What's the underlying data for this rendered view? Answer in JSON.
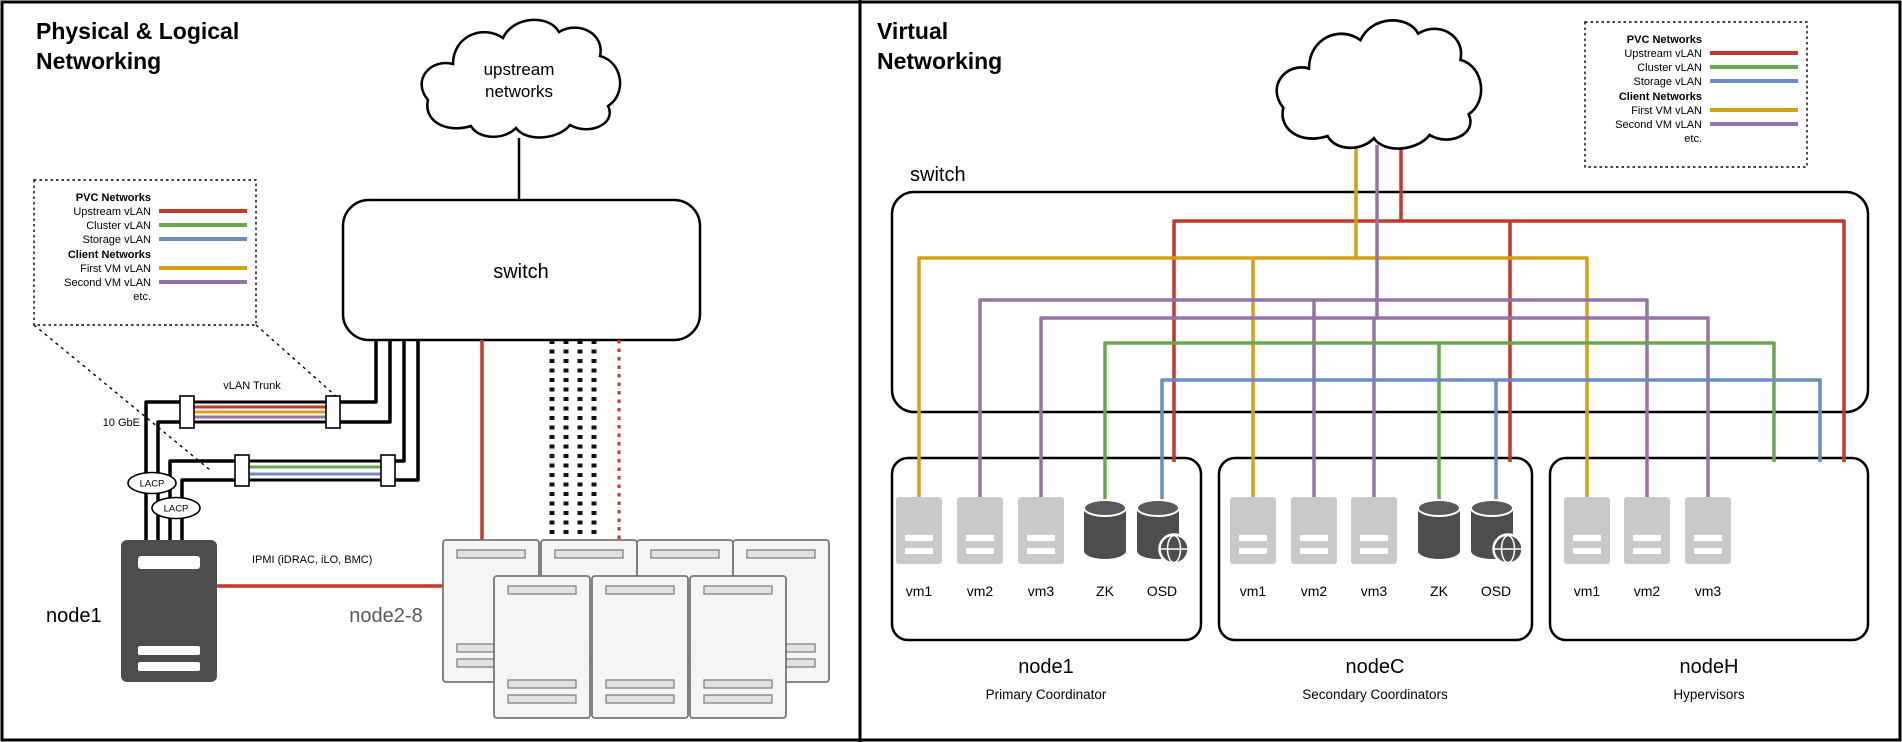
{
  "colors": {
    "upstream_red": "#c0392b",
    "cluster_green": "#6aa84f",
    "storage_blue": "#6c8ebf",
    "first_vm_gold": "#d4a017",
    "second_vm_purple": "#9673a6",
    "server_dark": "#4d4d4d",
    "vm_gray": "#c9c9c9"
  },
  "legend": {
    "pvc_header": "PVC Networks",
    "upstream": "Upstream vLAN",
    "cluster": "Cluster vLAN",
    "storage": "Storage vLAN",
    "client_header": "Client Networks",
    "first_vm": "First VM vLAN",
    "second_vm": "Second VM vLAN",
    "etc": "etc."
  },
  "left": {
    "title1": "Physical & Logical",
    "title2": "Networking",
    "cloud1": "upstream",
    "cloud2": "networks",
    "switch": "switch",
    "vlan_trunk": "vLAN Trunk",
    "speed": "10 GbE",
    "lacp": "LACP",
    "ipmi": "IPMI (iDRAC, iLO, BMC)",
    "node1": "node1",
    "node28": "node2-8"
  },
  "right": {
    "title1": "Virtual",
    "title2": "Networking",
    "switch": "switch",
    "nodes": [
      {
        "name": "node1",
        "subtitle": "Primary Coordinator",
        "vm1": "vm1",
        "vm2": "vm2",
        "vm3": "vm3",
        "zk": "ZK",
        "osd": "OSD"
      },
      {
        "name": "nodeC",
        "subtitle": "Secondary Coordinators",
        "vm1": "vm1",
        "vm2": "vm2",
        "vm3": "vm3",
        "zk": "ZK",
        "osd": "OSD"
      },
      {
        "name": "nodeH",
        "subtitle": "Hypervisors",
        "vm1": "vm1",
        "vm2": "vm2",
        "vm3": "vm3"
      }
    ]
  }
}
